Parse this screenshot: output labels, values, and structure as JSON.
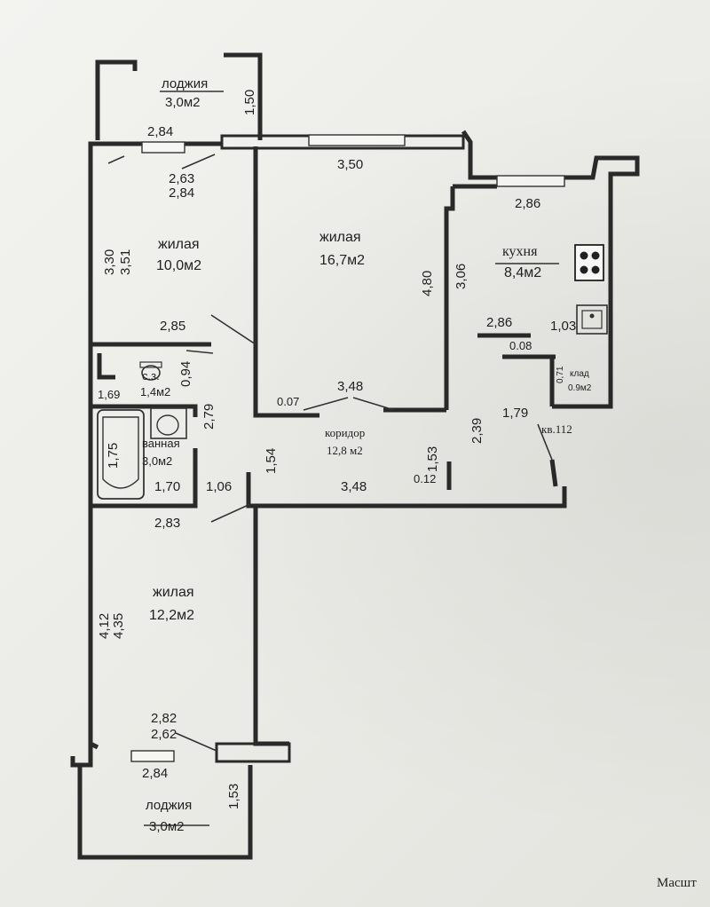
{
  "rooms": {
    "loggia_top": {
      "name": "лоджия",
      "area": "3,0м2"
    },
    "bedroom_small": {
      "name": "жилая",
      "area": "10,0м2"
    },
    "living": {
      "name": "жилая",
      "area": "16,7м2"
    },
    "kitchen": {
      "name": "кухня",
      "area": "8,4м2"
    },
    "wc": {
      "name": "с.з.",
      "area": "1,4м2"
    },
    "bathroom": {
      "name": "ванная",
      "area": "3,0м2"
    },
    "corridor": {
      "name": "коридор",
      "area": "12,8 м2"
    },
    "closet": {
      "name": "клад",
      "area": "0.9м2"
    },
    "bedroom_large": {
      "name": "жилая",
      "area": "12,2м2"
    },
    "loggia_bottom": {
      "name": "лоджия",
      "area": "3,0м2"
    }
  },
  "dimensions": {
    "d_1_50": "1,50",
    "d_2_84_top": "2,84",
    "d_2_63": "2,63",
    "d_2_84_b": "2,84",
    "d_3_50": "3,50",
    "d_2_86_top": "2,86",
    "d_3_30": "3,30",
    "d_3_51": "3,51",
    "d_4_80": "4,80",
    "d_3_06": "3,06",
    "d_2_85": "2,85",
    "d_2_86_mid": "2,86",
    "d_1_03": "1,03",
    "d_0_08": "0.08",
    "d_0_94": "0,94",
    "d_0_71": "0,71",
    "d_1_69": "1,69",
    "d_2_79": "2,79",
    "d_0_07": "0.07",
    "d_3_48_top": "3,48",
    "d_2_39": "2,39",
    "d_1_79": "1,79",
    "d_1_75": "1,75",
    "d_1_54": "1,54",
    "d_1_53_mid": "1,53",
    "d_0_12": "0.12",
    "d_1_70": "1,70",
    "d_1_06": "1,06",
    "d_3_48_bottom": "3,48",
    "d_2_83": "2,83",
    "d_4_12": "4,12",
    "d_4_35": "4,35",
    "d_2_82": "2,82",
    "d_2_62": "2,62",
    "d_2_84_bottom": "2,84",
    "d_1_53_bottom": "1,53"
  },
  "apartment_number": "кв.112",
  "scale_caption": "Масшт"
}
